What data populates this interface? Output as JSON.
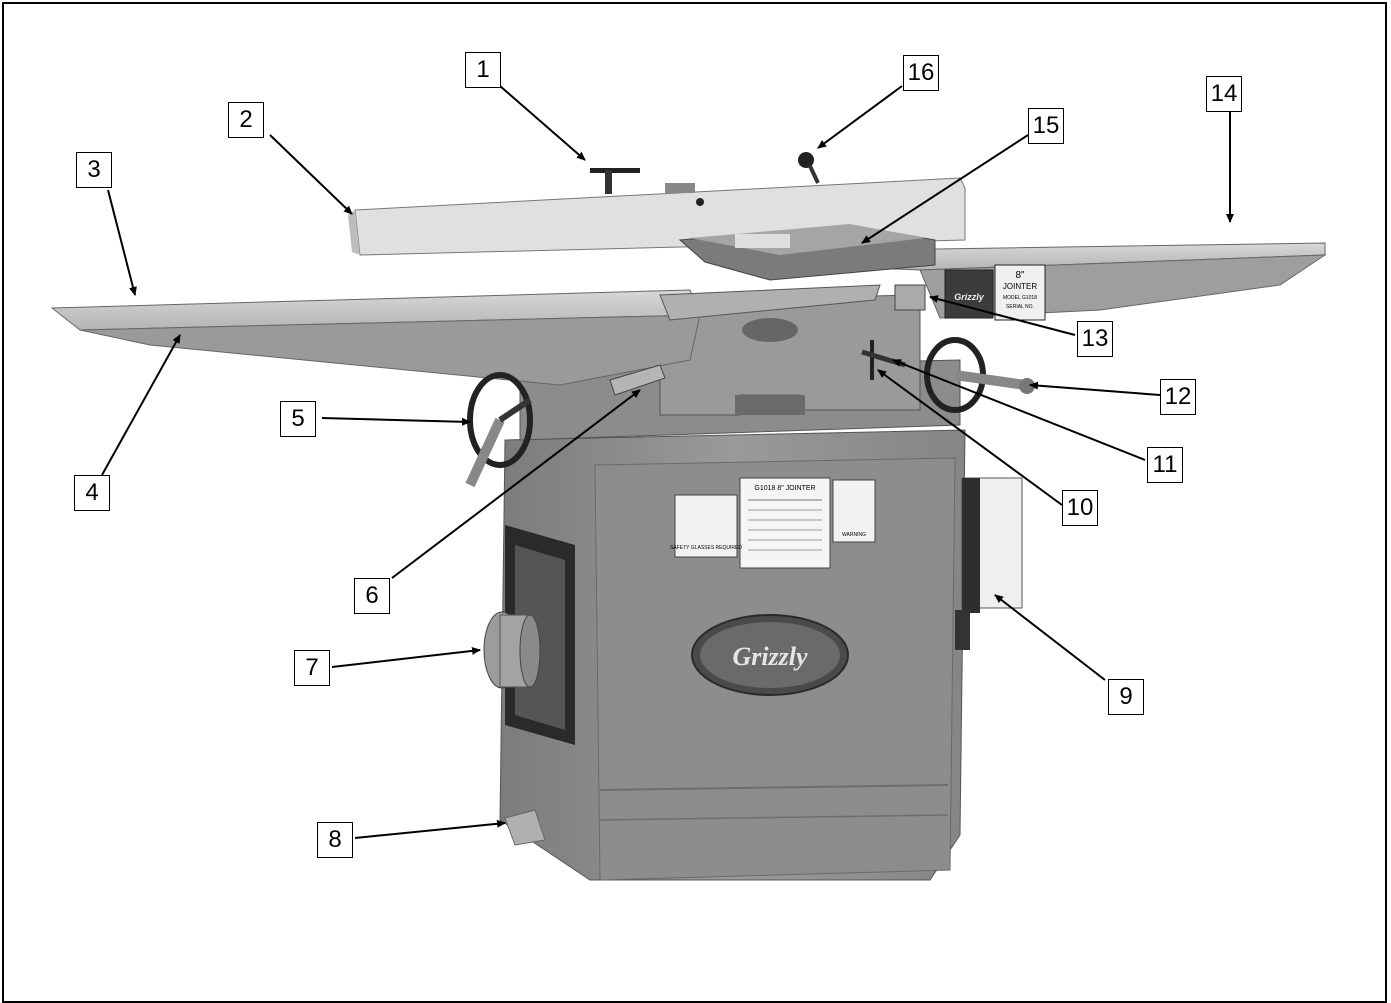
{
  "machine": {
    "jointer_tag_line1": "8\"",
    "jointer_tag_line2": "JOINTER",
    "jointer_tag_line3": "MODEL G1018",
    "jointer_tag_line4": "SERIAL NO.",
    "brand_small": "Grizzly",
    "brand_plate": "Grizzly",
    "panel_title": "G1018 8\" JOINTER",
    "panel_left_warn": "SAFETY GLASSES REQUIRED",
    "panel_right_warn": "WARNING"
  },
  "callouts": [
    {
      "label": "1"
    },
    {
      "label": "2"
    },
    {
      "label": "3"
    },
    {
      "label": "4"
    },
    {
      "label": "5"
    },
    {
      "label": "6"
    },
    {
      "label": "7"
    },
    {
      "label": "8"
    },
    {
      "label": "9"
    },
    {
      "label": "10"
    },
    {
      "label": "11"
    },
    {
      "label": "12"
    },
    {
      "label": "13"
    },
    {
      "label": "14"
    },
    {
      "label": "15"
    },
    {
      "label": "16"
    }
  ],
  "colors": {
    "cast_iron": "#8f8f8f",
    "cast_light": "#b9b9b9",
    "table": "#c8c8c8",
    "fence": "#dcdcdc",
    "dark": "#3a3a3a"
  }
}
